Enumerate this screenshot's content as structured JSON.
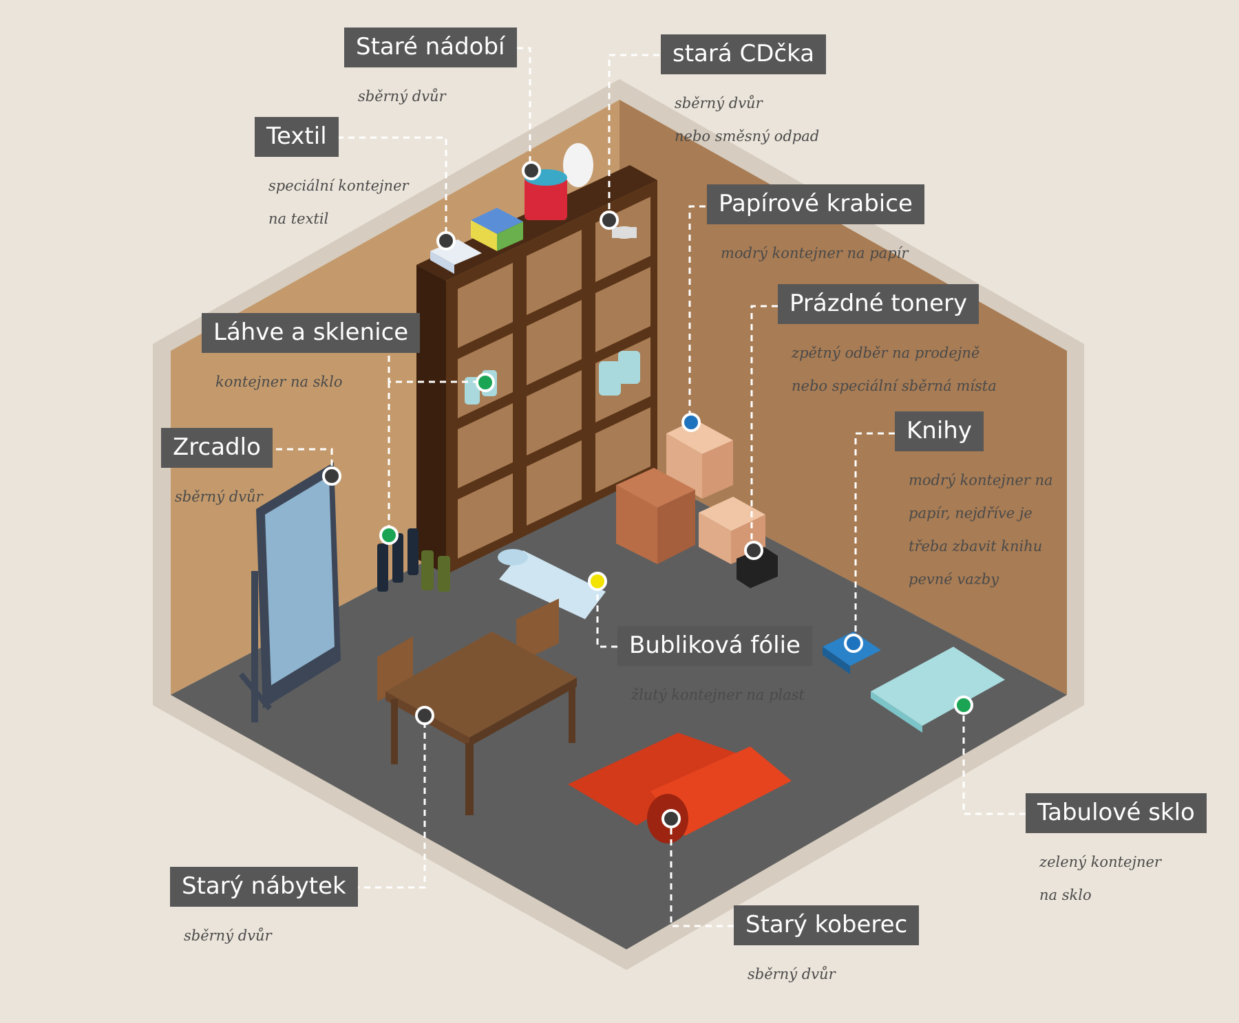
{
  "colors": {
    "background": "#ebe4da",
    "label_bg": "#575757",
    "label_text": "#ffffff",
    "note_text": "#4a4a4a",
    "wall": "#c49a6c",
    "wall_shade": "#a87c54",
    "floor": "#5e5e5e",
    "frame": "#d6ccbf",
    "marker_dark": "#3a3a3a",
    "marker_green": "#1aa454",
    "marker_blue": "#1e73be",
    "marker_yellow": "#f2e300"
  },
  "items": [
    {
      "label": "Staré nádobí",
      "lines": [
        "sběrný dvůr"
      ],
      "marker": "dark"
    },
    {
      "label": "stará CDčka",
      "lines": [
        "sběrný dvůr",
        "nebo směsný odpad"
      ],
      "marker": "dark"
    },
    {
      "label": "Textil",
      "lines": [
        "speciální kontejner",
        "na textil"
      ],
      "marker": "dark"
    },
    {
      "label": "Papírové krabice",
      "lines": [
        "modrý kontejner na papír"
      ],
      "marker": "blue"
    },
    {
      "label": "Prázdné tonery",
      "lines": [
        "zpětný odběr na prodejně",
        "nebo speciální sběrná místa"
      ],
      "marker": "dark"
    },
    {
      "label": "Láhve a sklenice",
      "lines": [
        "kontejner na sklo"
      ],
      "marker": "green"
    },
    {
      "label": "Knihy",
      "lines": [
        "modrý kontejner na",
        "papír, nejdříve je",
        "třeba zbavit knihu",
        "pevné vazby"
      ],
      "marker": "blue"
    },
    {
      "label": "Zrcadlo",
      "lines": [
        "sběrný dvůr"
      ],
      "marker": "dark"
    },
    {
      "label": "Bubliková fólie",
      "lines": [
        "žlutý kontejner na plast"
      ],
      "marker": "yellow"
    },
    {
      "label": "Tabulové sklo",
      "lines": [
        "zelený kontejner",
        "na sklo"
      ],
      "marker": "green"
    },
    {
      "label": "Starý nábytek",
      "lines": [
        "sběrný dvůr"
      ],
      "marker": "dark"
    },
    {
      "label": "Starý koberec",
      "lines": [
        "sběrný dvůr"
      ],
      "marker": "dark"
    }
  ]
}
